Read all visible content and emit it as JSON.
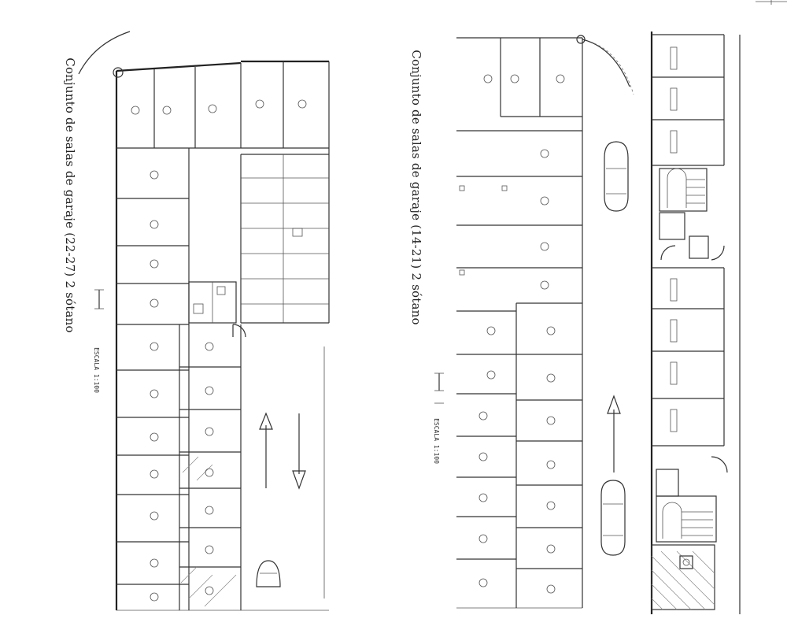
{
  "plans": {
    "left": {
      "title": "Conjunto de salas de garaje (22-27) 2 sótano",
      "scale_label": "ESCALA 1:100"
    },
    "right": {
      "title": "Conjunto de salas de garaje (14-21) 2 sótano",
      "scale_label": "ESCALA 1:100"
    }
  },
  "colors": {
    "line": "#333333",
    "background": "#ffffff"
  }
}
